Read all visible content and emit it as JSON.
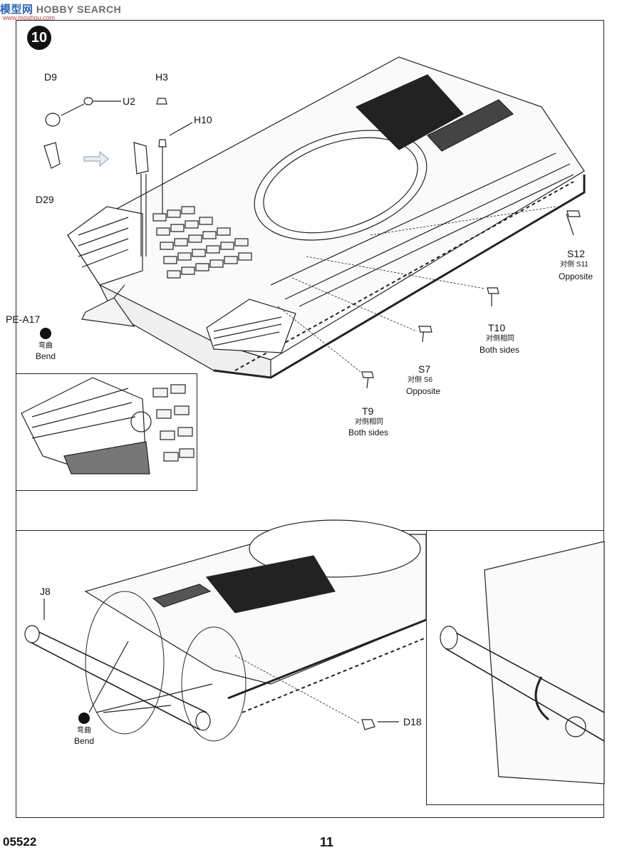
{
  "watermark": {
    "brand_cn": "模型网",
    "brand_en": "HOBBY SEARCH",
    "url": "www.moshou.com"
  },
  "step": {
    "number": "10"
  },
  "parts": {
    "d9": "D9",
    "u2": "U2",
    "h3": "H3",
    "h10": "H10",
    "d29": "D29",
    "pe_a17": "PE-A17",
    "s12": "S12",
    "s11_note": "对侧 S11",
    "s11_opposite": "Opposite",
    "t10": "T10",
    "t10_note": "对侧相同",
    "t10_both": "Both sides",
    "s7": "S7",
    "s6_note": "对侧 S6",
    "s6_opposite": "Opposite",
    "t9": "T9",
    "t9_note": "对侧相同",
    "t9_both": "Both sides",
    "j8": "J8",
    "d18": "D18"
  },
  "bend": {
    "cn": "弯曲",
    "en": "Bend"
  },
  "footer": {
    "code": "05522",
    "page": "11"
  }
}
